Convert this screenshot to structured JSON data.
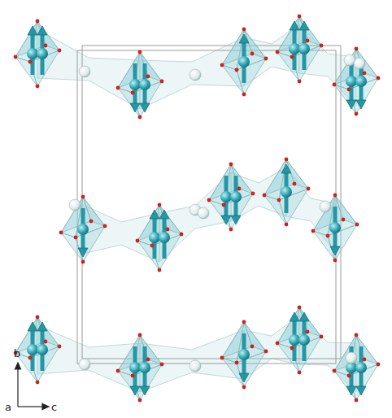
{
  "diagram": {
    "labels": [
      "b",
      "a",
      "c"
    ]
  }
}
